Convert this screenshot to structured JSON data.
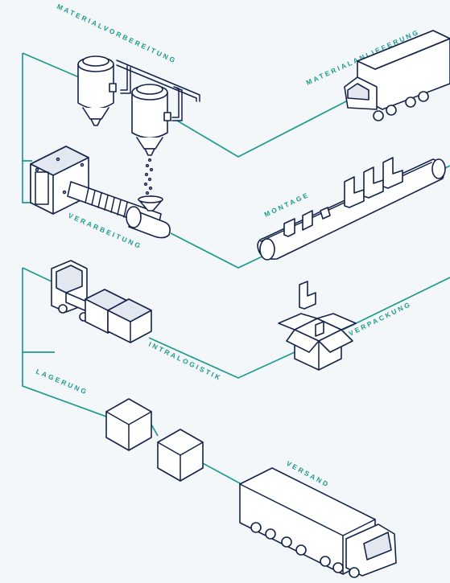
{
  "labels": {
    "materialvorbereitung": "MATERIALVORBEREITUNG",
    "materialanlieferung": "MATERIALANLIEFERUNG",
    "montage": "MONTAGE",
    "verarbeitung": "VERARBEITUNG",
    "intralogistik": "INTRALOGISTIK",
    "verpackung": "VERPACKUNG",
    "lagerung": "LAGERUNG",
    "versand": "VERSAND"
  },
  "colors": {
    "line": "#1e9a8e",
    "outline": "#14234a",
    "background": "#f4f7fa"
  }
}
